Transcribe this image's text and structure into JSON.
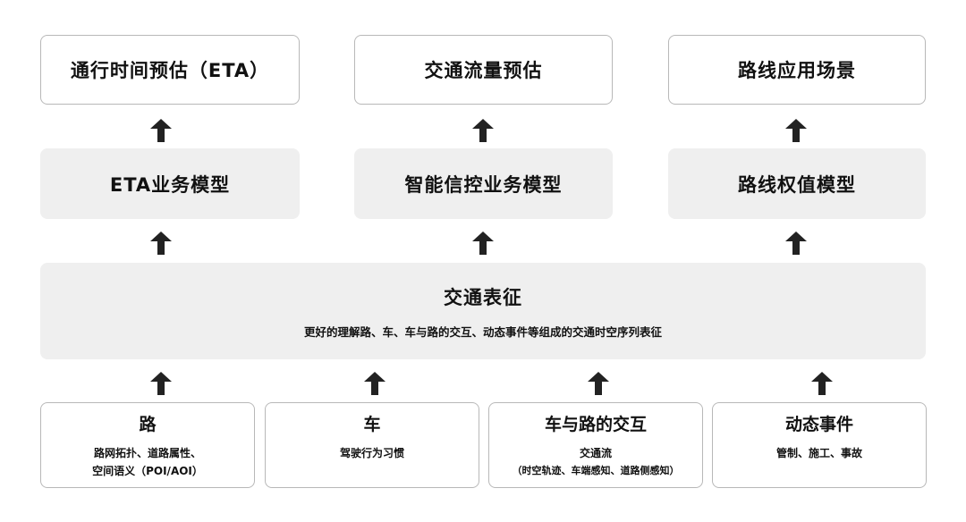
{
  "top": [
    {
      "label": "通行时间预估（ETA）"
    },
    {
      "label": "交通流量预估"
    },
    {
      "label": "路线应用场景"
    }
  ],
  "middle": [
    {
      "label": "ETA业务模型"
    },
    {
      "label": "智能信控业务模型"
    },
    {
      "label": "路线权值模型"
    }
  ],
  "representation": {
    "title": "交通表征",
    "subtitle": "更好的理解路、车、车与路的交互、动态事件等组成的交通时空序列表征"
  },
  "bottom": [
    {
      "title": "路",
      "desc1": "路网拓扑、道路属性、",
      "desc2": "空间语义（POI/AOI）"
    },
    {
      "title": "车",
      "desc1": "驾驶行为习惯",
      "desc2": ""
    },
    {
      "title": "车与路的交互",
      "desc1": "交通流",
      "desc2": "（时空轨迹、车端感知、道路侧感知）"
    },
    {
      "title": "动态事件",
      "desc1": "管制、施工、事故",
      "desc2": ""
    }
  ],
  "colors": {
    "arrow": "#222222",
    "filled_box": "#efefef",
    "outline": "#b8b8b8"
  }
}
